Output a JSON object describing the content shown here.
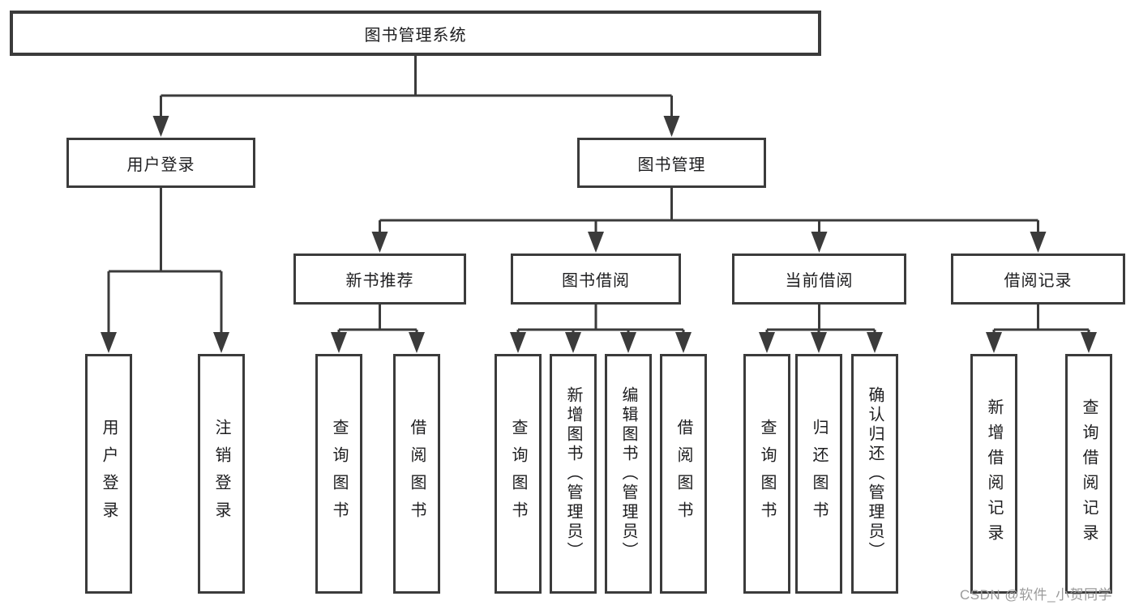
{
  "tree": {
    "root": {
      "label": "图书管理系统"
    },
    "branches": {
      "user_login": {
        "label": "用户登录",
        "children": [
          {
            "label": "用户登录"
          },
          {
            "label": "注销登录"
          }
        ]
      },
      "book_mgmt": {
        "label": "图书管理",
        "sections": [
          {
            "label": "新书推荐",
            "children": [
              {
                "label": "查询图书"
              },
              {
                "label": "借阅图书"
              }
            ]
          },
          {
            "label": "图书借阅",
            "children": [
              {
                "label": "查询图书"
              },
              {
                "label": "新增图书（管理员）"
              },
              {
                "label": "编辑图书（管理员）"
              },
              {
                "label": "借阅图书"
              }
            ]
          },
          {
            "label": "当前借阅",
            "children": [
              {
                "label": "查询图书"
              },
              {
                "label": "归还图书"
              },
              {
                "label": "确认归还（管理员）"
              }
            ]
          },
          {
            "label": "借阅记录",
            "children": [
              {
                "label": "新增借阅记录"
              },
              {
                "label": "查询借阅记录"
              }
            ]
          }
        ]
      }
    }
  },
  "watermark": {
    "text": "CSDN @软件_小贺同学"
  },
  "colors": {
    "line": "#3b3b3b",
    "box_border": "#3b3b3b",
    "text": "#1d1d1f",
    "watermark": "#9b9b9b",
    "background": "#ffffff"
  }
}
